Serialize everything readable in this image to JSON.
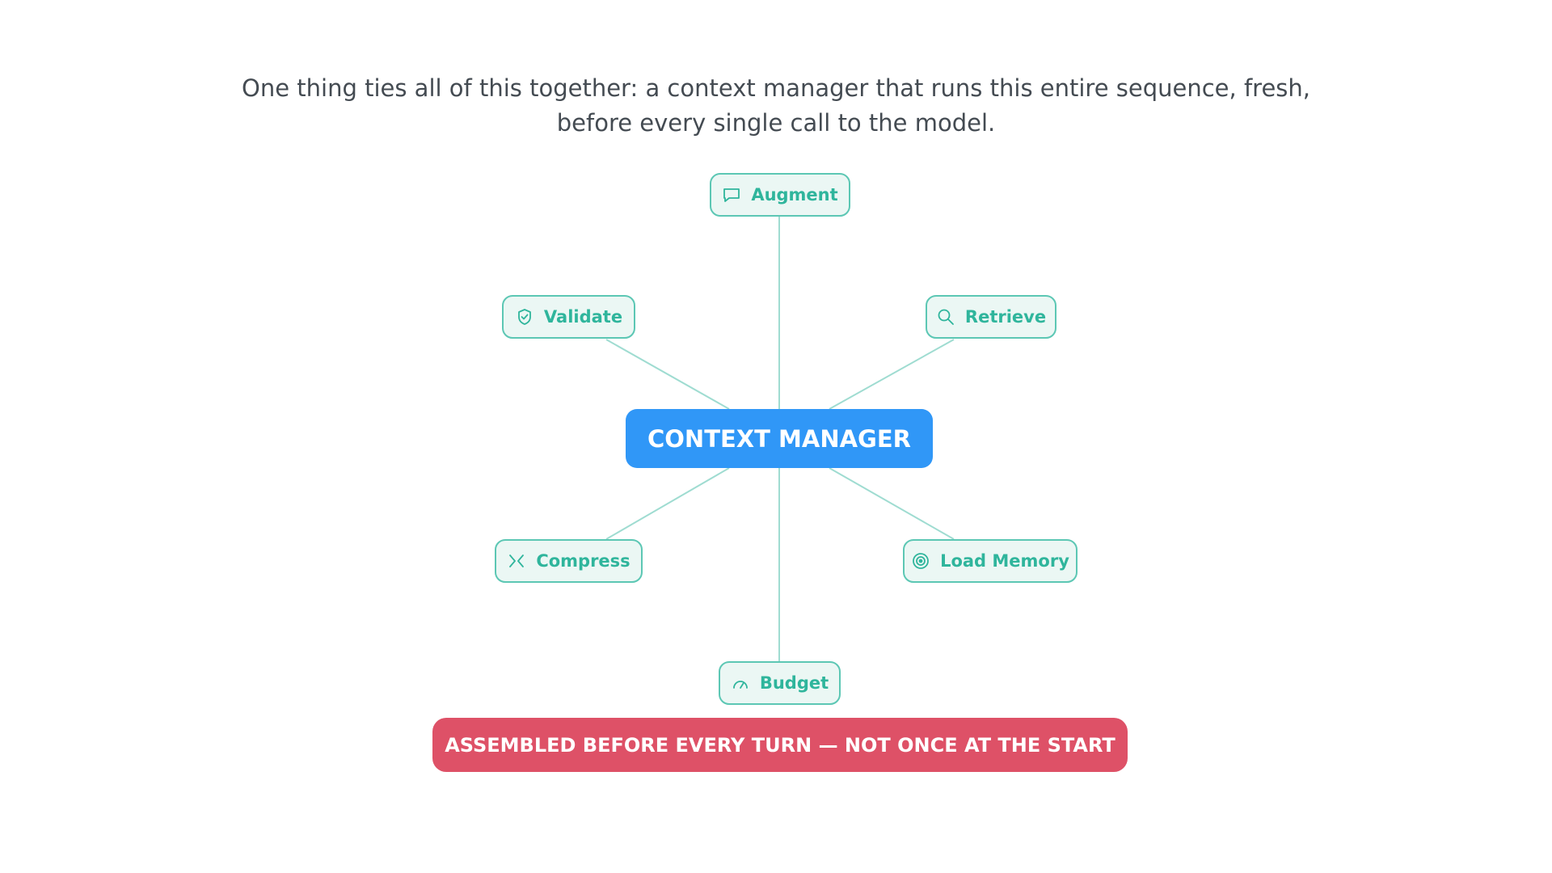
{
  "intro_text": "One thing ties all of this together: a context manager that runs this entire sequence, fresh, before every single call to the model.",
  "hub": {
    "label": "CONTEXT MANAGER",
    "color": "#3097f7"
  },
  "nodes": [
    {
      "id": "augment",
      "label": "Augment",
      "icon": "chat-bubble-icon"
    },
    {
      "id": "retrieve",
      "label": "Retrieve",
      "icon": "search-icon"
    },
    {
      "id": "load-memory",
      "label": "Load Memory",
      "icon": "target-icon"
    },
    {
      "id": "budget",
      "label": "Budget",
      "icon": "gauge-icon"
    },
    {
      "id": "compress",
      "label": "Compress",
      "icon": "compress-icon"
    },
    {
      "id": "validate",
      "label": "Validate",
      "icon": "shield-check-icon"
    }
  ],
  "banner": {
    "label": "ASSEMBLED BEFORE EVERY TURN — NOT ONCE AT THE START",
    "color": "#de5167"
  },
  "colors": {
    "node_text": "#2fb59c",
    "node_border": "#5cc7b4",
    "node_fill": "#ebf7f4",
    "connector": "#9fdcd1",
    "intro_text": "#444b52"
  }
}
